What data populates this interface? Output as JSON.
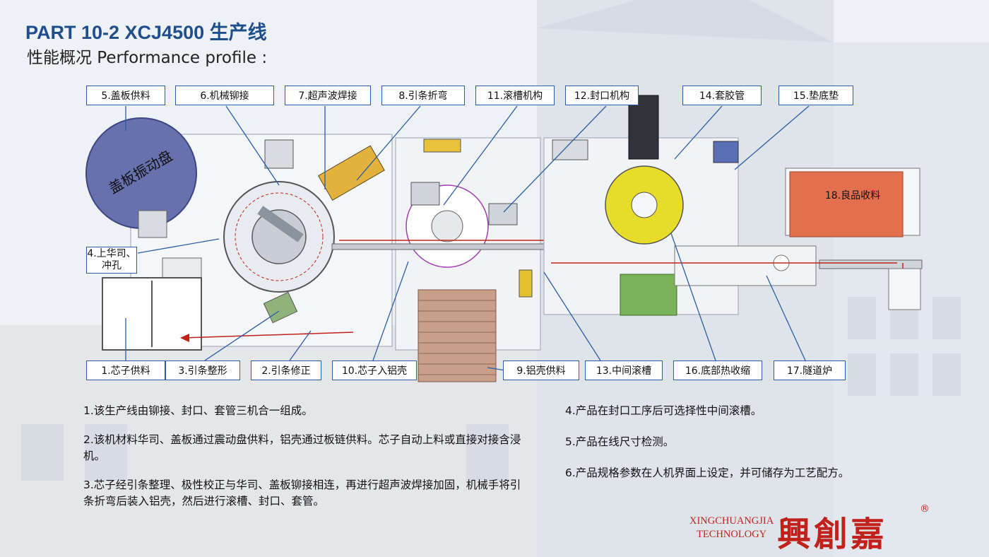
{
  "header": {
    "title": "PART 10-2  XCJ4500 生产线",
    "subtitle": "性能概况  Performance profile :"
  },
  "labels": {
    "l1": "1.芯子供料",
    "l2": "2.引条修正",
    "l3": "3.引条整形",
    "l4a": "4.上华司、",
    "l4b": "冲孔",
    "l5": "5.盖板供料",
    "l6": "6.机械铆接",
    "l7": "7.超声波焊接",
    "l8": "8.引条折弯",
    "l9": "9.铝壳供料",
    "l10": "10.芯子入铝壳",
    "l11": "11.滚槽机构",
    "l12": "12.封口机构",
    "l13": "13.中间滚槽",
    "l14": "14.套胶管",
    "l15": "15.垫底垫",
    "l16": "16.底部热收缩",
    "l17": "17.隧道炉",
    "l18": "18.良品收料"
  },
  "notes_left": [
    "1.该生产线由铆接、封口、套管三机合一组成。",
    "2.该机材料华司、盖板通过震动盘供料，铝壳通过板链供料。芯子自动上料或直接对接含浸机。",
    "3.芯子经引条整理、极性校正与华司、盖板铆接相连，再进行超声波焊接加固，机械手将引条折弯后装入铝壳，然后进行滚槽、封口、套管。"
  ],
  "notes_right": [
    "4.产品在封口工序后可选择性中间滚槽。",
    "5.产品在线尺寸检测。",
    "6.产品规格参数在人机界面上设定，并可储存为工艺配方。"
  ],
  "brand": {
    "en_line1": "XINGCHUANGJIA",
    "en_line2": "TECHNOLOGY",
    "cn": "興創嘉",
    "reg": "®"
  },
  "bowl_text": "盖板振动盘",
  "colors": {
    "title_blue": "#1f4e8c",
    "label_border": "#2b5ea7",
    "arrow_red": "#c0221b",
    "bowl_purple": "#5f6aa8",
    "collector_orange": "#e2704f",
    "heat_green": "#7bb35a",
    "turret_yellow": "#e8dc2a"
  }
}
